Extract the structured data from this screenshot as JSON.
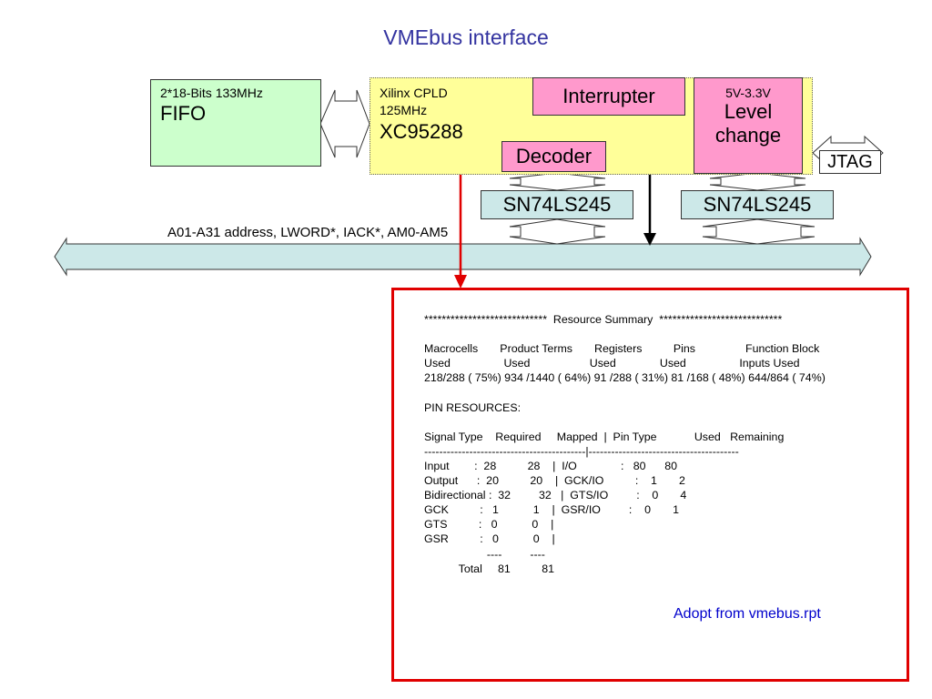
{
  "title": "VMEbus interface",
  "fifo": {
    "spec": "2*18-Bits 133MHz",
    "name": "FIFO"
  },
  "cpld": {
    "line1": "Xilinx  CPLD",
    "line2": "125MHz",
    "part": "XC95288"
  },
  "interrupter": "Interrupter",
  "decoder": "Decoder",
  "level_change": {
    "voltage": "5V-3.3V",
    "line1": "Level",
    "line2": "change"
  },
  "transceivers": [
    "SN74LS245",
    "SN74LS245"
  ],
  "jtag": "JTAG",
  "bus_label": "A01-A31 address, LWORD*, IACK*, AM0-AM5",
  "report": {
    "lines": [
      "****************************  Resource Summary  ****************************",
      "",
      "Macrocells       Product Terms       Registers          Pins                Function Block",
      "Used                 Used                   Used              Used                 Inputs Used",
      "218/288 ( 75%) 934 /1440 ( 64%) 91 /288 ( 31%) 81 /168 ( 48%) 644/864 ( 74%)",
      "",
      "PIN RESOURCES:",
      "",
      "Signal Type    Required     Mapped  |  Pin Type            Used   Remaining",
      "-------------------------------------------|----------------------------------------",
      "Input        :  28          28    |  I/O              :   80      80",
      "Output      :  20          20    |  GCK/IO          :    1       2",
      "Bidirectional :  32         32   |  GTS/IO         :    0       4",
      "GCK          :   1           1    |  GSR/IO         :    0       1",
      "GTS          :   0           0    |",
      "GSR          :   0           0    |",
      "                    ----         ----",
      "           Total     81          81"
    ],
    "source_note": "Adopt from vmebus.rpt"
  }
}
